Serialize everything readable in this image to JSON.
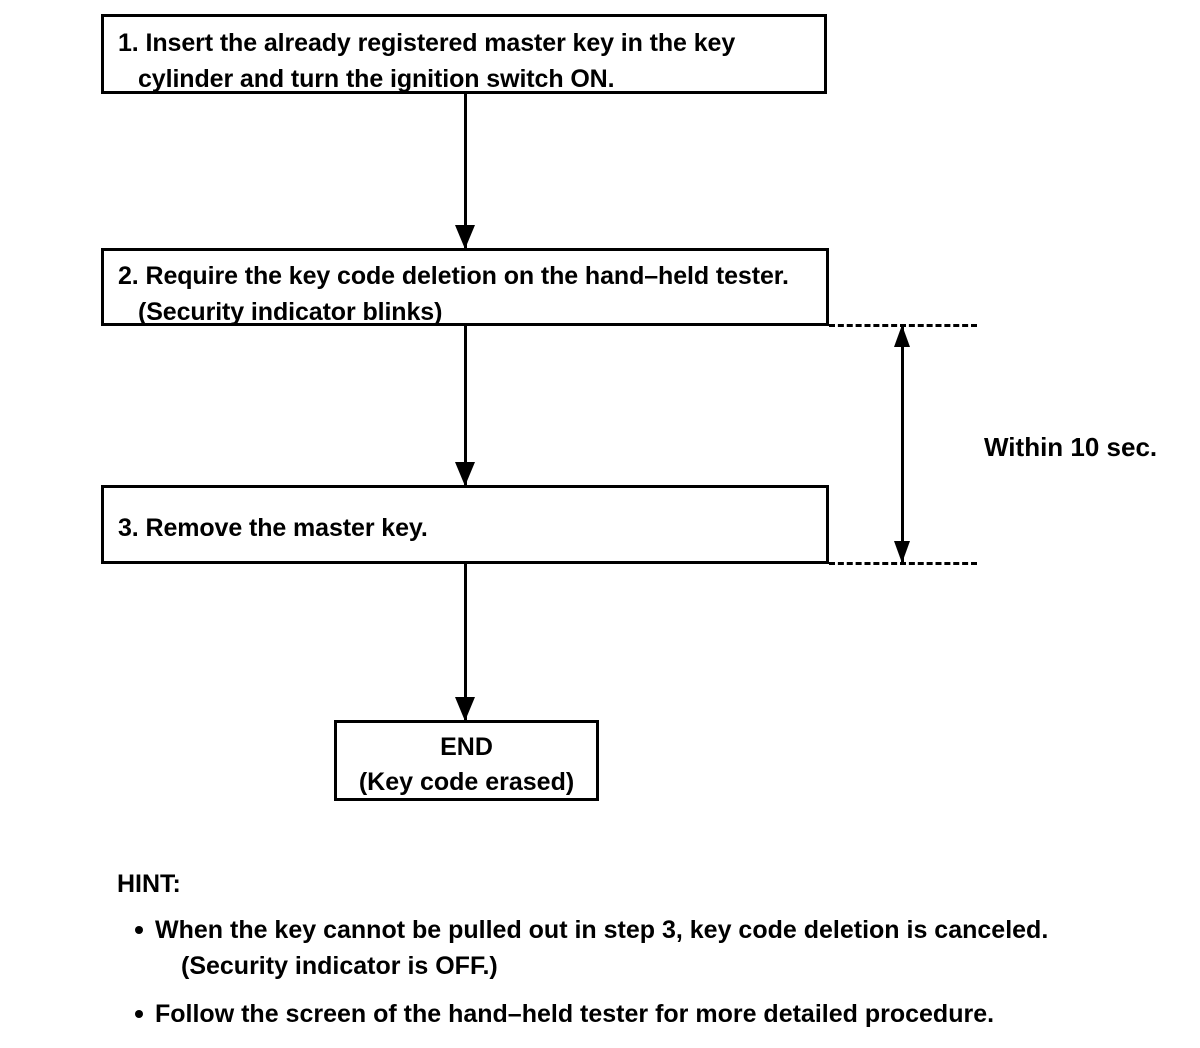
{
  "diagram": {
    "title": "Key code deletion procedure flowchart",
    "steps": [
      {
        "id": "step-1",
        "line1": "1. Insert the already registered master key in the key",
        "line2": "cylinder and turn the ignition switch ON."
      },
      {
        "id": "step-2",
        "line1": "2. Require the key code deletion on the hand–held tester.",
        "line2": "(Security indicator blinks)"
      },
      {
        "id": "step-3",
        "line1": "3. Remove the master key.",
        "line2": ""
      }
    ],
    "terminator": {
      "line1": "END",
      "line2": "(Key code erased)"
    },
    "timing": {
      "label": "Within 10 sec.",
      "value": 10,
      "unit": "sec",
      "spans_from": "step-2",
      "spans_to": "step-3"
    },
    "hint": {
      "title": "HINT:",
      "items": [
        {
          "main": "When the key cannot be pulled out in step 3, key code deletion is canceled.",
          "sub": "(Security indicator is OFF.)"
        },
        {
          "main": "Follow the screen of the hand–held tester for more detailed procedure.",
          "sub": ""
        }
      ]
    },
    "colors": {
      "stroke": "#000000",
      "background": "#ffffff",
      "text": "#000000"
    }
  }
}
